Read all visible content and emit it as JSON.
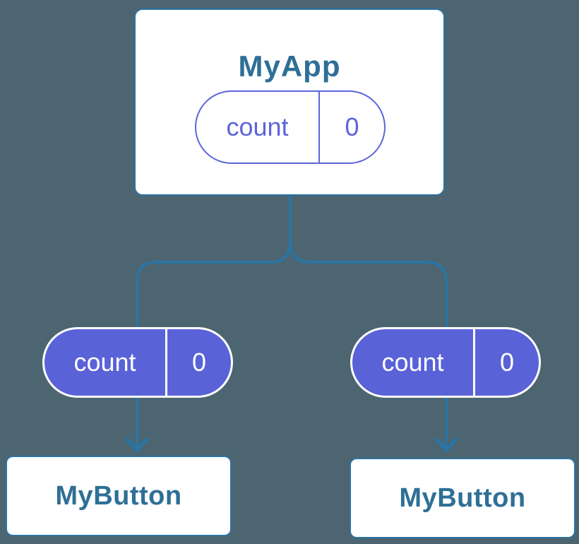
{
  "colors": {
    "background": "#4c6570",
    "line": "#2b74a3",
    "nodeTitle": "#2e6f96",
    "nodeBg": "#ffffff",
    "purpleFill": "#5a62d8",
    "purpleStroke": "#5d64dc",
    "pillTextOnFill": "#ffffff"
  },
  "tree": {
    "root": {
      "title": "MyApp",
      "state": {
        "key": "count",
        "value": "0"
      }
    },
    "children": [
      {
        "title": "MyButton",
        "prop": {
          "key": "count",
          "value": "0"
        }
      },
      {
        "title": "MyButton",
        "prop": {
          "key": "count",
          "value": "0"
        }
      }
    ]
  }
}
